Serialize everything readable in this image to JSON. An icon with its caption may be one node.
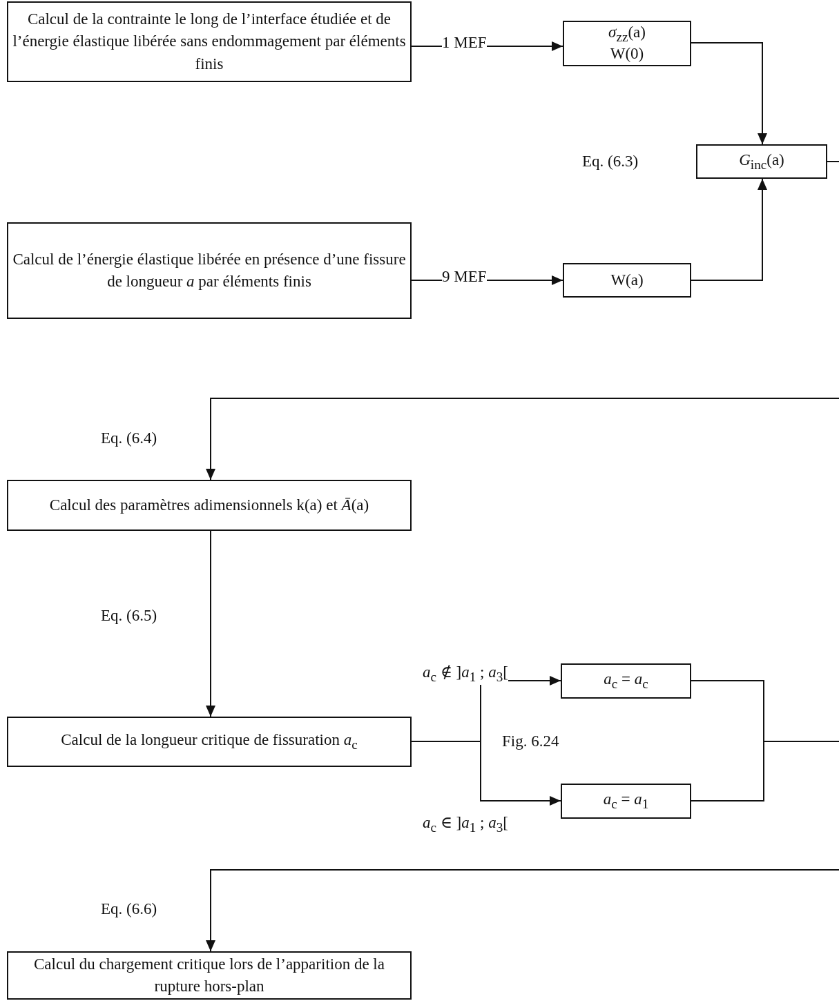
{
  "diagram": {
    "nodes": [
      {
        "text": [
          "Calcul de la contrainte le long de l’interface étudiée et de l’énergie élastique libérée sans endommagement par éléments finis"
        ]
      },
      {
        "text": [
          "*σ*$_{zz}$(a)",
          "W(0)"
        ]
      },
      {
        "text": [
          "*G*$_{inc}$(a)"
        ]
      },
      {
        "text": [
          "Calcul de l’énergie élastique libérée en présence d’une fissure de longueur *a* par éléments finis"
        ]
      },
      {
        "text": [
          "W(a)"
        ]
      },
      {
        "text": [
          "Calcul des paramètres adimensionnels k(a) et *Ā*(a)"
        ]
      },
      {
        "text": [
          "Calcul de la longueur critique de fissuration *a*$_{c}$"
        ]
      },
      {
        "text": [
          "*a*$_{c}$ = *a*$_{c}$"
        ]
      },
      {
        "text": [
          "*a*$_{c}$ = *a*$_{1}$"
        ]
      },
      {
        "text": [
          "Calcul du chargement critique lors de l’apparition de la rupture hors-plan"
        ]
      }
    ],
    "edges": [
      {
        "from": 0,
        "to": 1,
        "arrow": "to",
        "label": "1 MEF"
      },
      {
        "from": 1,
        "to": 2,
        "arrow": "to"
      },
      {
        "from": 3,
        "to": 4,
        "arrow": "to",
        "label": "9 MEF"
      },
      {
        "from": 4,
        "to": 2,
        "arrow": "to"
      },
      {
        "from": 2,
        "to": null,
        "arrow": "none"
      },
      {
        "from": null,
        "to": 5,
        "arrow": "to"
      },
      {
        "from": 5,
        "to": 6,
        "arrow": "to"
      },
      {
        "from": 6,
        "to": 7,
        "arrow": "to",
        "label": "*a*$_{c}$ ∉ ]*a*$_{1}$ ; *a*$_{3}$["
      },
      {
        "from": 6,
        "to": 8,
        "arrow": "to",
        "label": "*a*$_{c}$ ∈ ]*a*$_{1}$ ; *a*$_{3}$["
      },
      {
        "from": 7,
        "to": null,
        "arrow": "none"
      },
      {
        "from": 8,
        "to": null,
        "arrow": "none"
      },
      {
        "from": null,
        "to": 9,
        "arrow": "to"
      }
    ],
    "labels": [
      "Eq. (6.3)",
      "Eq. (6.4)",
      "Eq. (6.5)",
      "Fig. 6.24",
      "Eq. (6.6)"
    ]
  }
}
